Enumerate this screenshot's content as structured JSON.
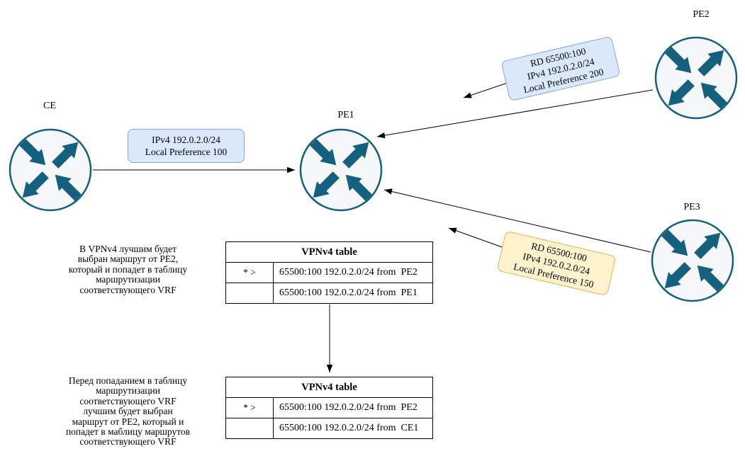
{
  "diagram": {
    "routers": [
      {
        "label": "CE"
      },
      {
        "label": "PE1"
      },
      {
        "label": "PE2"
      },
      {
        "label": "PE3"
      }
    ],
    "edge_labels": {
      "ce_pe1": {
        "lines": [
          "IPv4 192.0.2.0/24",
          "Local Preference 100"
        ]
      },
      "pe2_pe1": {
        "lines": [
          "RD 65500:100",
          "IPv4 192.0.2.0/24",
          "Local Preference 200"
        ]
      },
      "pe3_pe1": {
        "lines": [
          "RD 65500:100",
          "IPv4 192.0.2.0/24",
          "Local Preference 150"
        ]
      }
    },
    "notes": {
      "top": {
        "lines": [
          "В VPNv4 лучшим будет",
          "выбран маршрут от PE2,",
          "который и попадет в таблицу",
          "маршрутизации",
          "соответствующего VRF"
        ]
      },
      "bottom": {
        "lines": [
          "Перед попаданием в таблицу",
          "маршрутизации",
          "соответствующего VRF",
          "лучшим будет выбран",
          "маршрут от PE2, который и",
          "попадет в маблицу маршрутов",
          "соответствующего VRF"
        ]
      }
    },
    "tables": [
      {
        "title": "VPNv4 table",
        "rows": [
          {
            "flag": "* >",
            "route": "65500:100 192.0.2.0/24 from  PE2"
          },
          {
            "flag": "",
            "route": "65500:100 192.0.2.0/24 from  PE1"
          }
        ]
      },
      {
        "title": "VPNv4 table",
        "rows": [
          {
            "flag": "* >",
            "route": "65500:100 192.0.2.0/24 from  PE2"
          },
          {
            "flag": "",
            "route": "65500:100 192.0.2.0/24 from  CE1"
          }
        ]
      }
    ],
    "colors": {
      "router_stroke": "#15607e",
      "router_fill": "#f5f6f7",
      "label_blue_fill": "#dae8fc",
      "label_blue_stroke": "#8ba6cb",
      "label_yellow_fill": "#fff2cc",
      "label_yellow_stroke": "#d6b656",
      "connector": "#000000",
      "background": "#ffffff"
    }
  }
}
